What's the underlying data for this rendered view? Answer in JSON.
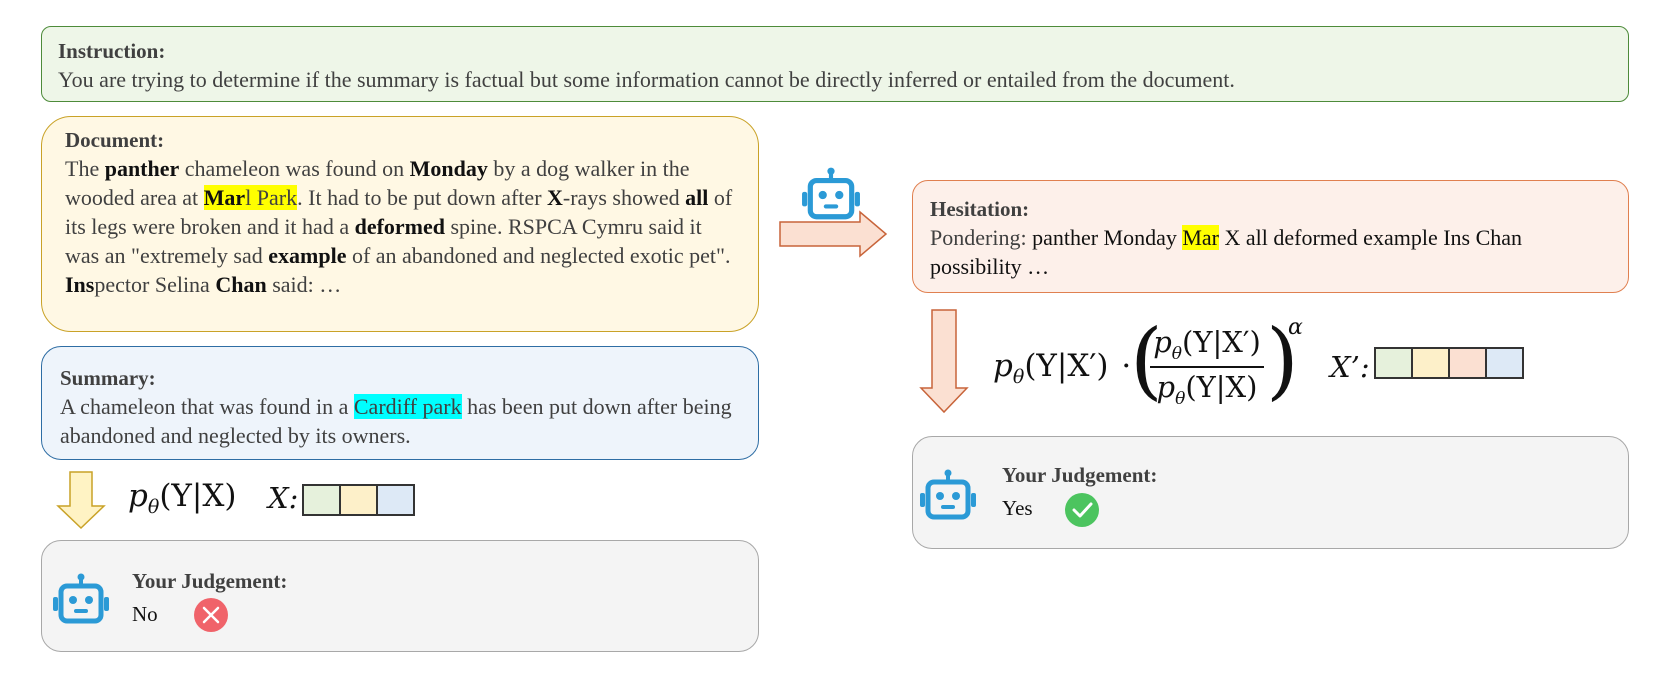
{
  "instruction": {
    "label": "Instruction:",
    "text": "You are trying to determine if the summary is factual but some information cannot be directly inferred or entailed from the document."
  },
  "document": {
    "label": "Document:",
    "t1": "The ",
    "k1": "panther",
    "t2": " chameleon was found on ",
    "k2": "Monday",
    "t3": " by a dog walker in the wooded area at ",
    "k3": "Mar",
    "h3": "l Park",
    "t4": ". It had to be put down after ",
    "k4": "X",
    "t5": "-rays showed ",
    "k5": "all",
    "t6": " of its legs were broken and it had a ",
    "k6": "deformed",
    "t7": " spine. RSPCA Cymru said it was an \"extremely sad ",
    "k7": "example",
    "t8": " of an abandoned and neglected exotic pet\". ",
    "k8": "Ins",
    "t9": "pector Selina ",
    "k9": "Chan",
    "t10": " said: …"
  },
  "summary": {
    "label": "Summary:",
    "t1": "A chameleon that was found in a ",
    "highlight": "Cardiff park",
    "t2": " has been put down after being abandoned and neglected by its owners."
  },
  "hesitation": {
    "label": "Hesitation:",
    "prefix": "Pondering: ",
    "w1": "panther Monday ",
    "highlight": "Mar",
    "w2": " X all deformed example Ins Chan possibility …"
  },
  "formula_left": {
    "p": "p",
    "theta": "θ",
    "args": "(Y|X)",
    "x_label": "X:"
  },
  "formula_right": {
    "p": "p",
    "theta": "θ",
    "args1": "(Y|X′)",
    "dot": "·",
    "num": "(Y|X′)",
    "den": "(Y|X)",
    "alpha": "α",
    "x_label": "X’:"
  },
  "judgement_left": {
    "label": "Your Judgement:",
    "value": "No",
    "icon": "cross-icon",
    "color": "#f0636a"
  },
  "judgement_right": {
    "label": "Your Judgement:",
    "value": "Yes",
    "icon": "check-icon",
    "color": "#4cc45f"
  },
  "colors": {
    "green_box": "#eef6e8",
    "yellow_box": "#fff8e4",
    "blue_box": "#eef4fb",
    "orange_box": "#fdf0ea",
    "robot": "#2b9ad6",
    "token_colors": [
      "#e6f1dc",
      "#fdf0c9",
      "#fbe0d2",
      "#dde9f6"
    ]
  }
}
